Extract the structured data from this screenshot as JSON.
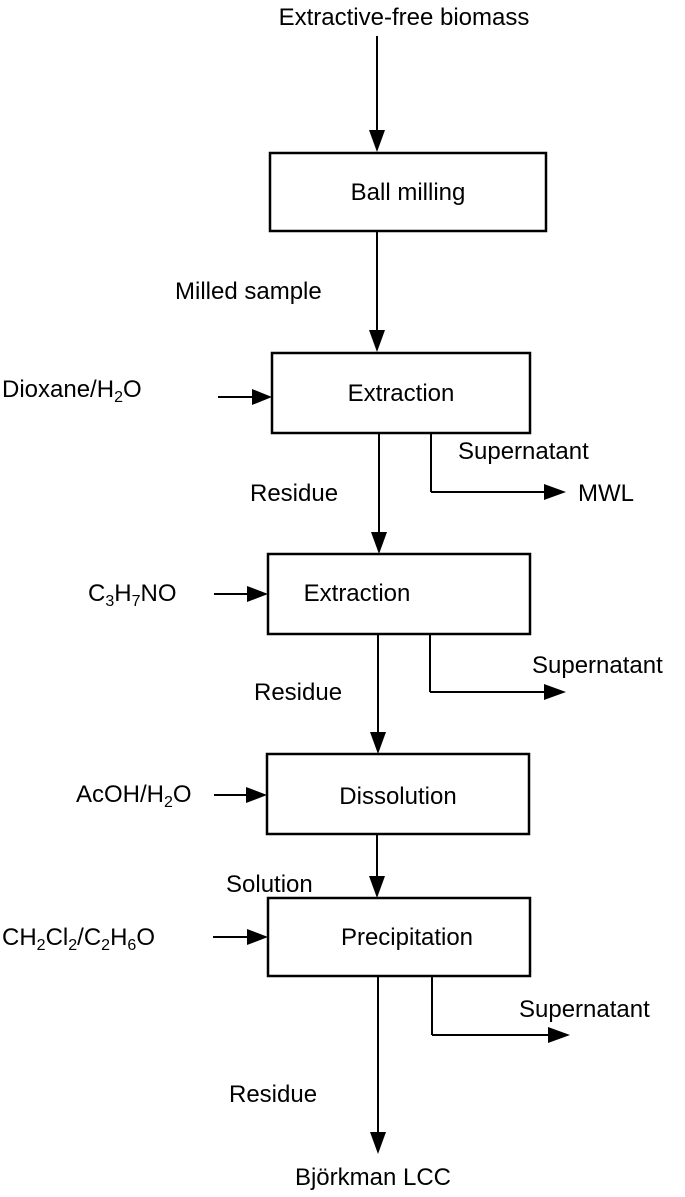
{
  "nodes": {
    "input": "Extractive-free biomass",
    "ball_milling": "Ball milling",
    "extraction_1": "Extraction",
    "extraction_2": "Extraction",
    "dissolution": "Dissolution",
    "precipitation": "Precipitation",
    "output": "Björkman LCC"
  },
  "flow_labels": {
    "milled_sample": "Milled sample",
    "residue_1": "Residue",
    "residue_2": "Residue",
    "solution": "Solution",
    "residue_3": "Residue"
  },
  "reagents": {
    "dioxane": {
      "a": "Dioxane/H",
      "b": "2",
      "c": "O"
    },
    "dmf": {
      "a": "C",
      "b": "3",
      "c": "H",
      "d": "7",
      "e": "NO"
    },
    "acoh": {
      "a": "AcOH/H",
      "b": "2",
      "c": "O"
    },
    "dcm_ethanol": {
      "a": "CH",
      "b": "2",
      "c": "Cl",
      "d": "2",
      "e": "/C",
      "f": "2",
      "g": "H",
      "h": "6",
      "i": "O"
    }
  },
  "side_outputs": {
    "supernatant_1": "Supernatant",
    "mwl": "MWL",
    "supernatant_2": "Supernatant",
    "supernatant_3": "Supernatant"
  }
}
